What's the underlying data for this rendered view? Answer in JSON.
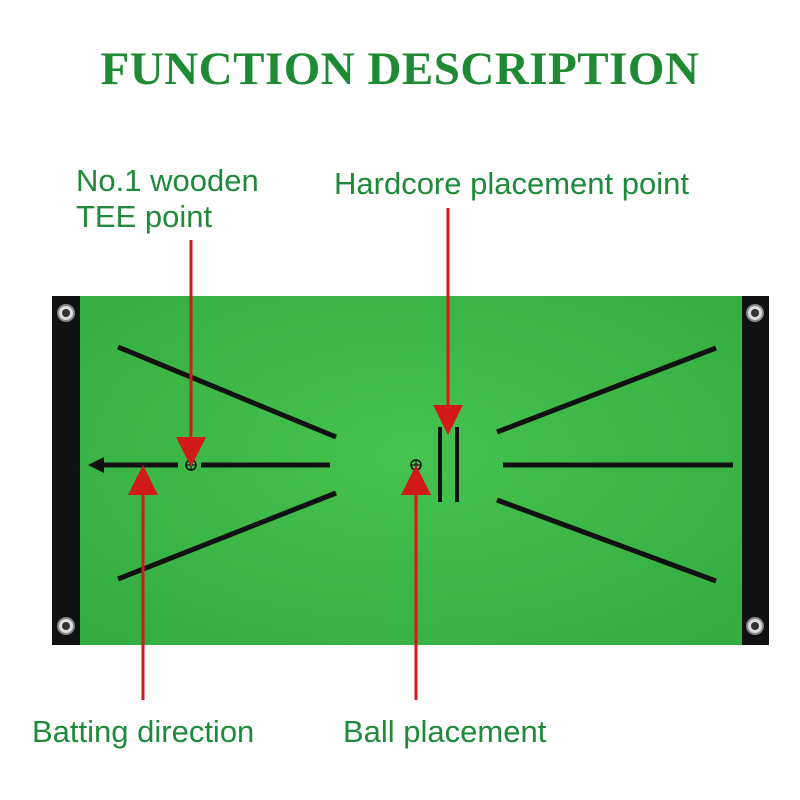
{
  "title": "FUNCTION DESCRIPTION",
  "labels": {
    "tee_line1": "No.1 wooden",
    "tee_line2": "TEE point",
    "hardcore": "Hardcore placement point",
    "batting": "Batting direction",
    "ball": "Ball placement"
  },
  "colors": {
    "title": "#1e8a34",
    "label": "#1f8a3a",
    "mat_green": "#3dbb48",
    "mat_border": "#111111",
    "pointer_arrow": "#d11a1a",
    "guide_lines": "#111111"
  },
  "icons": {
    "tee_point": "crosshair-circle-icon",
    "ball_point": "crosshair-circle-icon",
    "grommet": "grommet-icon",
    "direction_arrow": "arrow-left-icon"
  }
}
